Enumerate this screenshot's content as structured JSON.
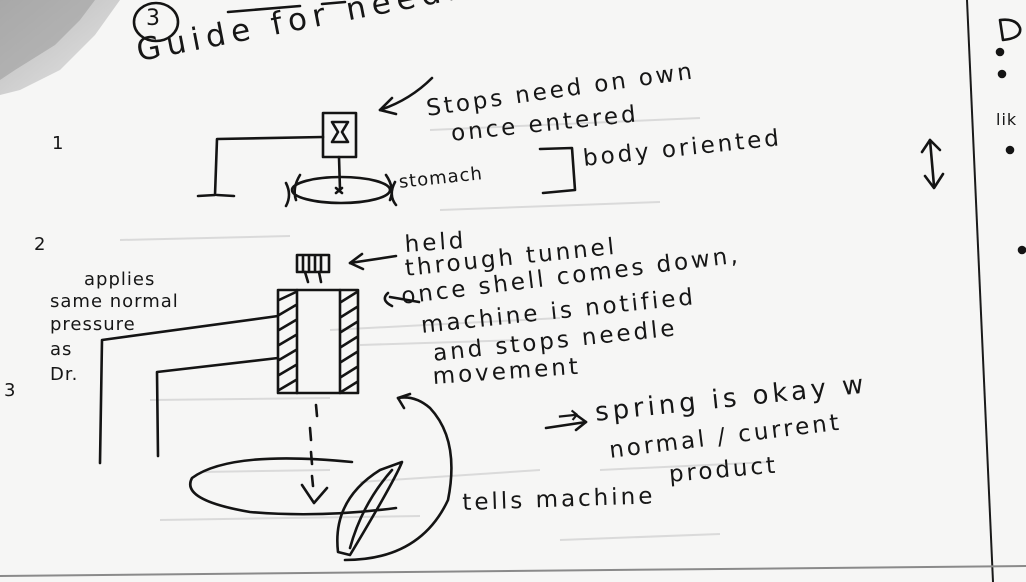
{
  "page_number": "3",
  "title": "Guide for needle . . .",
  "steps": {
    "one": {
      "marker": "1",
      "label_stops": [
        "Stops need on own",
        "once entered"
      ],
      "label_stomach": "stomach",
      "label_body": "body oriented"
    },
    "two": {
      "marker": "2",
      "label_held": [
        "held",
        "through tunnel"
      ],
      "label_applies": [
        "applies",
        "same normal",
        "pressure",
        "as",
        "Dr."
      ],
      "label_shell": [
        "once shell comes down,",
        "machine is notified",
        "and stops needle",
        "movement"
      ]
    },
    "three": {
      "marker": "3"
    }
  },
  "spring_note": [
    "→ spring is okay w",
    "normal / current",
    "product"
  ],
  "tells_machine": "tells machine",
  "right_margin": {
    "letters": [
      "D",
      "lik"
    ]
  }
}
